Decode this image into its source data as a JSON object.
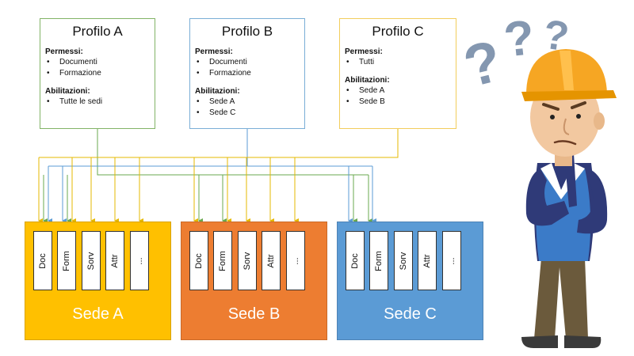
{
  "profiles": [
    {
      "title": "Profilo A",
      "permissions_label": "Permessi:",
      "permissions": [
        "Documenti",
        "Formazione"
      ],
      "sites_label": "Abilitazioni:",
      "sites": [
        "Tutte le sedi"
      ],
      "color": "#82b366"
    },
    {
      "title": "Profilo B",
      "permissions_label": "Permessi:",
      "permissions": [
        "Documenti",
        "Formazione"
      ],
      "sites_label": "Abilitazioni:",
      "sites": [
        "Sede A",
        "Sede C"
      ],
      "color": "#7aaed6"
    },
    {
      "title": "Profilo C",
      "permissions_label": "Permessi:",
      "permissions": [
        "Tutti"
      ],
      "sites_label": "Abilitazioni:",
      "sites": [
        "Sede A",
        "Sede B"
      ],
      "color": "#f2cd5c"
    }
  ],
  "sites": [
    {
      "name": "Sede A",
      "color": "#ffc000",
      "modules": [
        "Doc",
        "Form",
        "Sorv",
        "Attr",
        "..."
      ]
    },
    {
      "name": "Sede B",
      "color": "#ed7d31",
      "modules": [
        "Doc",
        "Form",
        "Sorv",
        "Attr",
        "..."
      ]
    },
    {
      "name": "Sede C",
      "color": "#5b9bd5",
      "modules": [
        "Doc",
        "Form",
        "Sorv",
        "Attr",
        "..."
      ]
    }
  ],
  "illustration": {
    "icon": "confused-worker-icon",
    "helmet_color": "#f6a623",
    "vest_color": "#3b7bc8"
  }
}
